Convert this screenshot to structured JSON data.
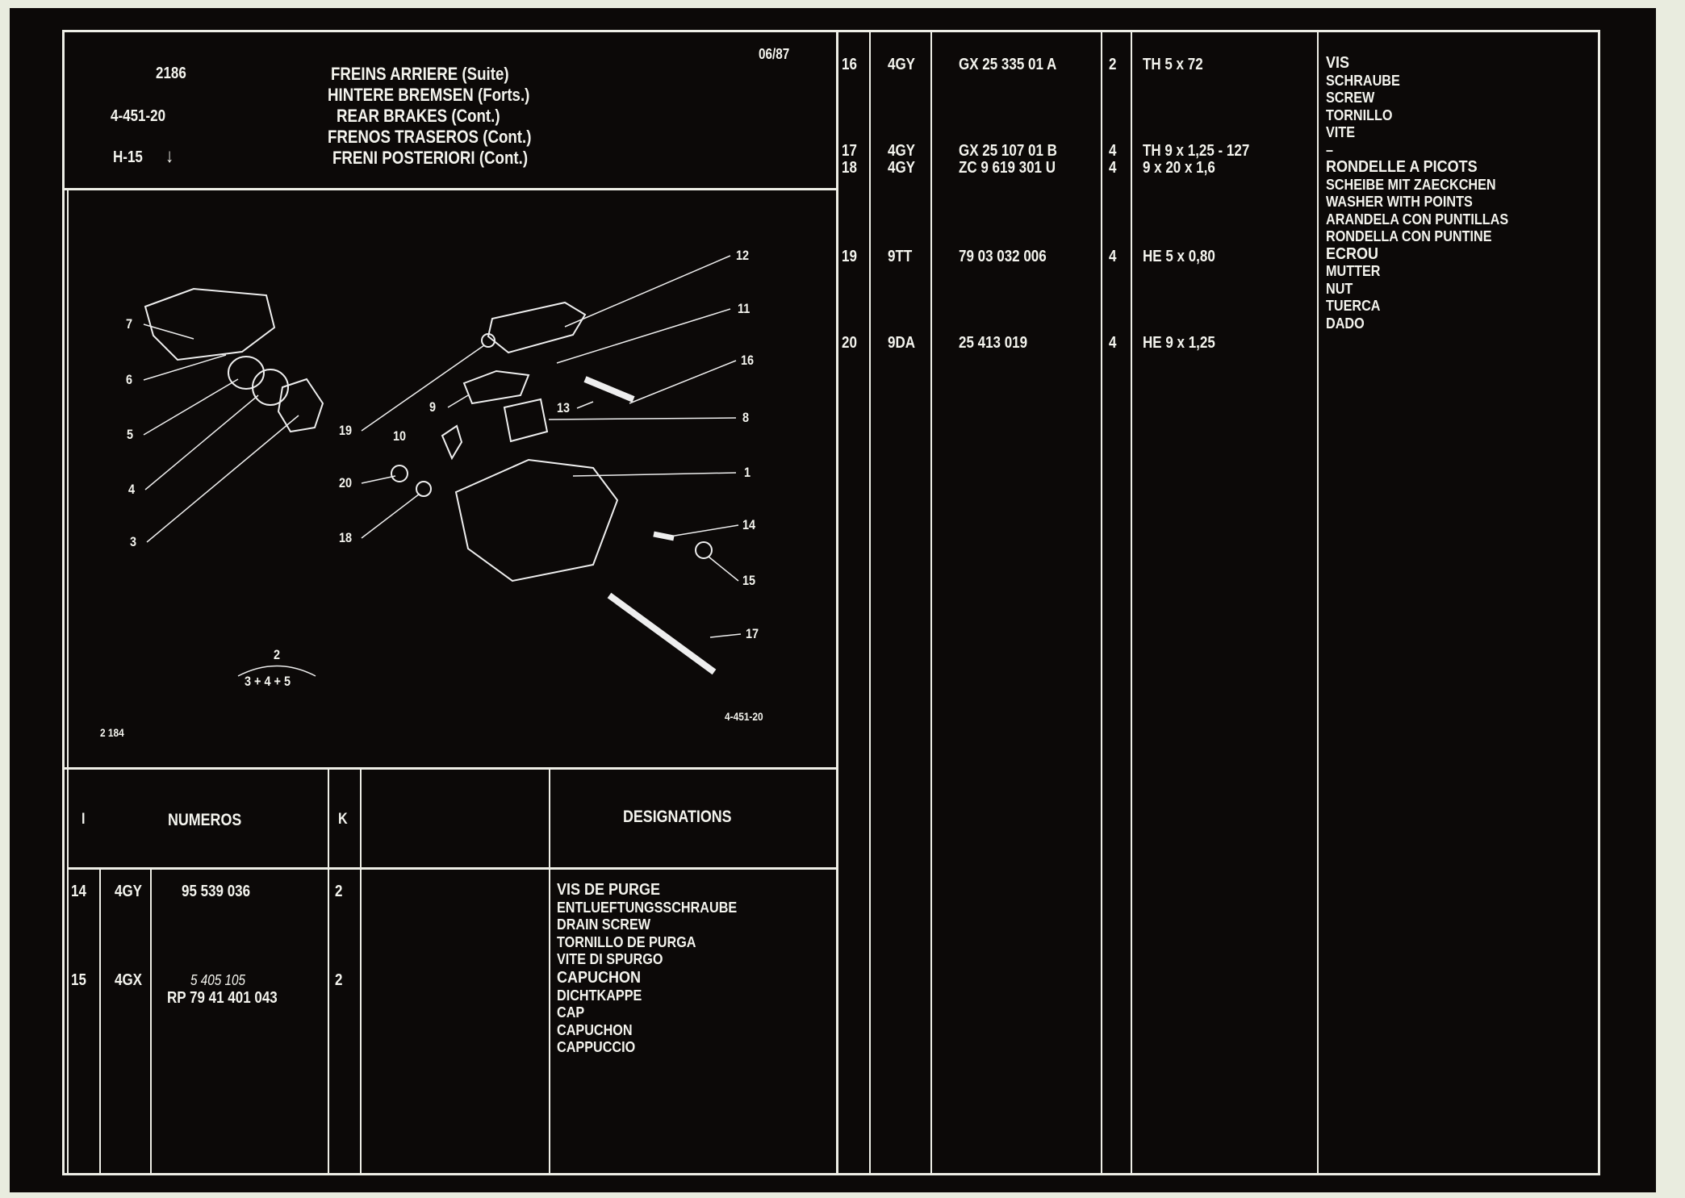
{
  "header": {
    "page_number": "2186",
    "ref": "4-451-20",
    "section": "H-15",
    "date": "06/87",
    "titles": [
      "FREINS ARRIERE (Suite)",
      "HINTERE BREMSEN (Forts.)",
      "REAR BRAKES (Cont.)",
      "FRENOS TRASEROS (Cont.)",
      "FRENI POSTERIORI (Cont.)"
    ]
  },
  "diagram": {
    "callouts": [
      "1",
      "3",
      "4",
      "5",
      "6",
      "7",
      "8",
      "9",
      "10",
      "11",
      "12",
      "13",
      "14",
      "15",
      "16",
      "17",
      "18",
      "19",
      "20"
    ],
    "group_note_top": "2",
    "group_note_bottom": "3 + 4 + 5",
    "figure_left": "2 184",
    "figure_right": "4-451-20"
  },
  "table_header": {
    "index": "I",
    "numbers": "NUMEROS",
    "qty": "K",
    "designations": "DESIGNATIONS"
  },
  "left_rows": [
    {
      "idx": "14",
      "code": "4GY",
      "number": "95  539  036",
      "number2": "",
      "qty": "2",
      "spec": "",
      "desc": [
        "VIS DE PURGE",
        "ENTLUEFTUNGSSCHRAUBE",
        "DRAIN SCREW",
        "TORNILLO DE PURGA",
        "VITE DI SPURGO"
      ]
    },
    {
      "idx": "15",
      "code": "4GX",
      "number": "5  405  105",
      "number2": "RP 79  41  401  043",
      "qty": "2",
      "spec": "",
      "desc": [
        "CAPUCHON",
        "DICHTKAPPE",
        "CAP",
        "CAPUCHON",
        "CAPPUCCIO"
      ]
    }
  ],
  "right_rows": [
    {
      "idx": "16",
      "code": "4GY",
      "number": "GX  25  335  01  A",
      "qty": "2",
      "spec": "TH 5 x 72"
    },
    {
      "idx": "17",
      "code": "4GY",
      "number": "GX  25  107  01  B",
      "qty": "4",
      "spec": "TH 9 x 1,25 - 127"
    },
    {
      "idx": "18",
      "code": "4GY",
      "number": "ZC  9  619  301  U",
      "qty": "4",
      "spec": "9 x 20 x 1,6"
    },
    {
      "idx": "19",
      "code": "9TT",
      "number": "79  03  032  006",
      "qty": "4",
      "spec": "HE 5 x 0,80"
    },
    {
      "idx": "20",
      "code": "9DA",
      "number": "25  413  019",
      "qty": "4",
      "spec": "HE 9 x 1,25"
    }
  ],
  "right_desc": {
    "vis": [
      "VIS",
      "SCHRAUBE",
      "SCREW",
      "TORNILLO",
      "VITE"
    ],
    "dash": "–",
    "rondelle": [
      "RONDELLE A PICOTS",
      "SCHEIBE MIT ZAECKCHEN",
      "WASHER WITH POINTS",
      "ARANDELA CON PUNTILLAS",
      "RONDELLA CON PUNTINE"
    ],
    "ecrou": [
      "ECROU",
      "MUTTER",
      "NUT",
      "TUERCA",
      "DADO"
    ]
  }
}
